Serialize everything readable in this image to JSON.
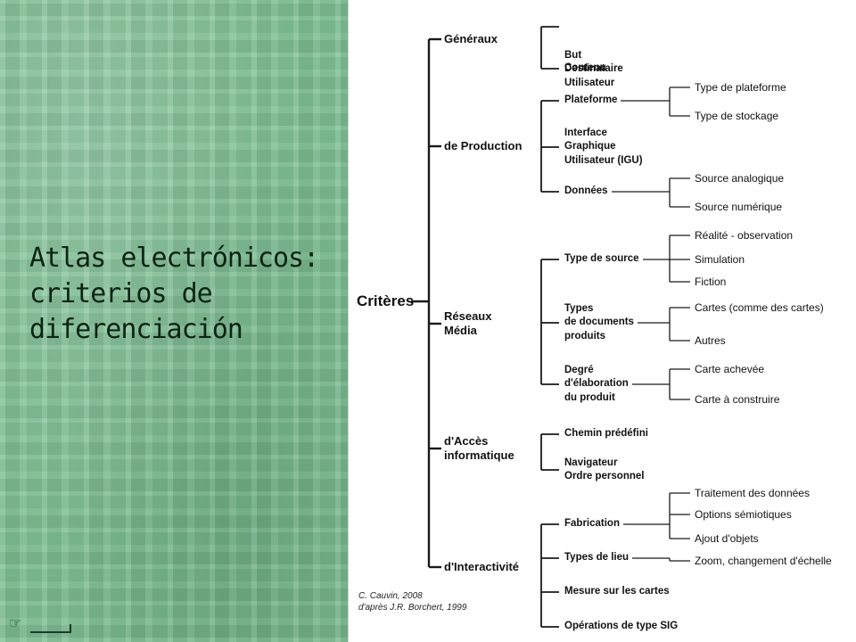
{
  "slide_title_lines": [
    "Atlas electrónicos:",
    "criterios de",
    "diferenciación"
  ],
  "root": "Critères",
  "groups": [
    {
      "label": [
        "Généraux"
      ],
      "items": [
        {
          "label": [
            "But",
            "Destinataire",
            "Utilisateur"
          ]
        },
        {
          "label": [
            "Contenu"
          ]
        }
      ]
    },
    {
      "label": [
        "de Production"
      ],
      "items": [
        {
          "label": [
            "Plateforme"
          ],
          "children": [
            "Type de plateforme",
            "Type de stockage"
          ]
        },
        {
          "label": [
            "Interface",
            "Graphique",
            "Utilisateur (IGU)"
          ]
        },
        {
          "label": [
            "Données"
          ],
          "children": [
            "Source analogique",
            "Source numérique"
          ]
        }
      ]
    },
    {
      "label": [
        "Réseaux",
        "Média"
      ],
      "items": [
        {
          "label": [
            "Type de source"
          ],
          "children": [
            "Réalité - observation",
            "Simulation",
            "Fiction"
          ]
        },
        {
          "label": [
            "Types",
            "de documents",
            "produits"
          ],
          "children": [
            "Cartes (comme des cartes)",
            "Autres"
          ]
        },
        {
          "label": [
            "Degré",
            "d'élaboration",
            "du produit"
          ],
          "children": [
            "Carte achevée",
            "Carte à construire"
          ]
        }
      ]
    },
    {
      "label": [
        "d'Accès",
        "informatique"
      ],
      "items": [
        {
          "label": [
            "Chemin prédéfini"
          ]
        },
        {
          "label": [
            "Navigateur",
            "Ordre personnel"
          ]
        }
      ]
    },
    {
      "label": [
        "d'Interactivité"
      ],
      "items": [
        {
          "label": [
            "Fabrication"
          ],
          "children": [
            "Traitement des données",
            "Options sémiotiques",
            "Ajout d'objets"
          ]
        },
        {
          "label": [
            "Types de lieu"
          ],
          "children": [
            "Zoom, changement d'échelle"
          ]
        },
        {
          "label": [
            "Mesure sur les cartes"
          ]
        },
        {
          "label": [
            "Opérations de type SIG"
          ]
        }
      ]
    }
  ],
  "credits": [
    "C. Cauvin, 2008",
    "d'après J.R. Borchert, 1999"
  ],
  "icons": {
    "back_nav": "pointing-hand-icon"
  },
  "colors": {
    "panel": "#7fc095",
    "title_text": "#0d2414",
    "line": "#1a1a1a"
  }
}
